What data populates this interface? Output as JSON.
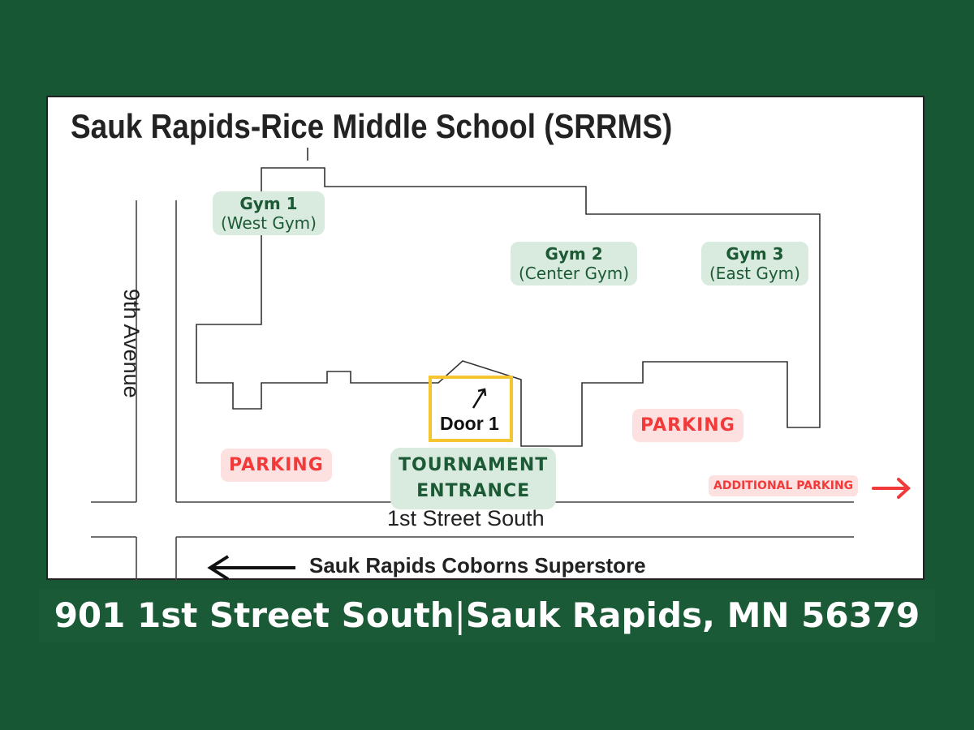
{
  "title": "Sauk Rapids-Rice Middle School (SRRMS)",
  "gyms": [
    {
      "name": "Gym 1",
      "sub": "(West Gym)"
    },
    {
      "name": "Gym 2",
      "sub": "(Center Gym)"
    },
    {
      "name": "Gym 3",
      "sub": "(East Gym)"
    }
  ],
  "door": "Door 1",
  "entrance": {
    "line1": "TOURNAMENT",
    "line2": "ENTRANCE"
  },
  "parking": [
    "PARKING",
    "PARKING"
  ],
  "additional_parking": "ADDITIONAL PARKING",
  "streets": {
    "avenue": "9th Avenue",
    "street": "1st Street South",
    "store": "Sauk Rapids Coborns Superstore"
  },
  "address": {
    "street": "901 1st Street South",
    "separator": "|",
    "city": "Sauk Rapids, MN 56379"
  },
  "colors": {
    "background": "#185734",
    "gym_label": "#d9eadf",
    "parking_text": "#f23a3a",
    "door_highlight": "#f5c531"
  }
}
